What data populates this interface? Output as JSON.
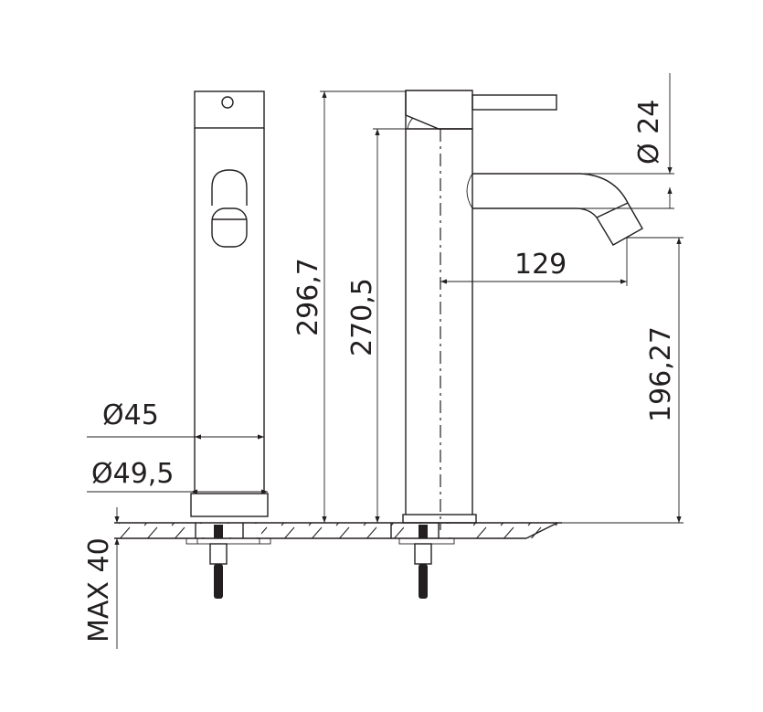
{
  "dimensions": {
    "diameter_45": "Ø45",
    "diameter_49_5": "Ø49,5",
    "height_296_7": "296,7",
    "height_270_5": "270,5",
    "spout_reach_129": "129",
    "spout_diameter_24": "Ø 24",
    "spout_height_196_27": "196,27",
    "max_40": "MAX 40"
  },
  "colors": {
    "line": "#231f20",
    "background": "#ffffff"
  }
}
